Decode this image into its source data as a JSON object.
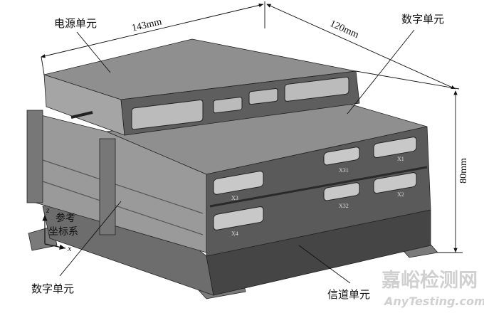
{
  "labels": {
    "power_unit": "电源单元",
    "digital_unit_top": "数字单元",
    "digital_unit_bottom": "数字单元",
    "channel_unit": "信道单元",
    "reference_frame_line1": "参考",
    "reference_frame_line2": "坐标系",
    "axis_z": "z",
    "axis_x": "x"
  },
  "dimensions": {
    "length": "143mm",
    "width": "120mm",
    "height": "80mm"
  },
  "connectors": [
    "X1",
    "X31",
    "X3",
    "X2",
    "X32",
    "X4"
  ],
  "watermark": {
    "line1": "嘉峪检测网",
    "line2": "AnyTesting.com"
  },
  "colors": {
    "top_face": "#8f8f8f",
    "front_face": "#5a5a5a",
    "dark_face": "#3f3f3f"
  }
}
